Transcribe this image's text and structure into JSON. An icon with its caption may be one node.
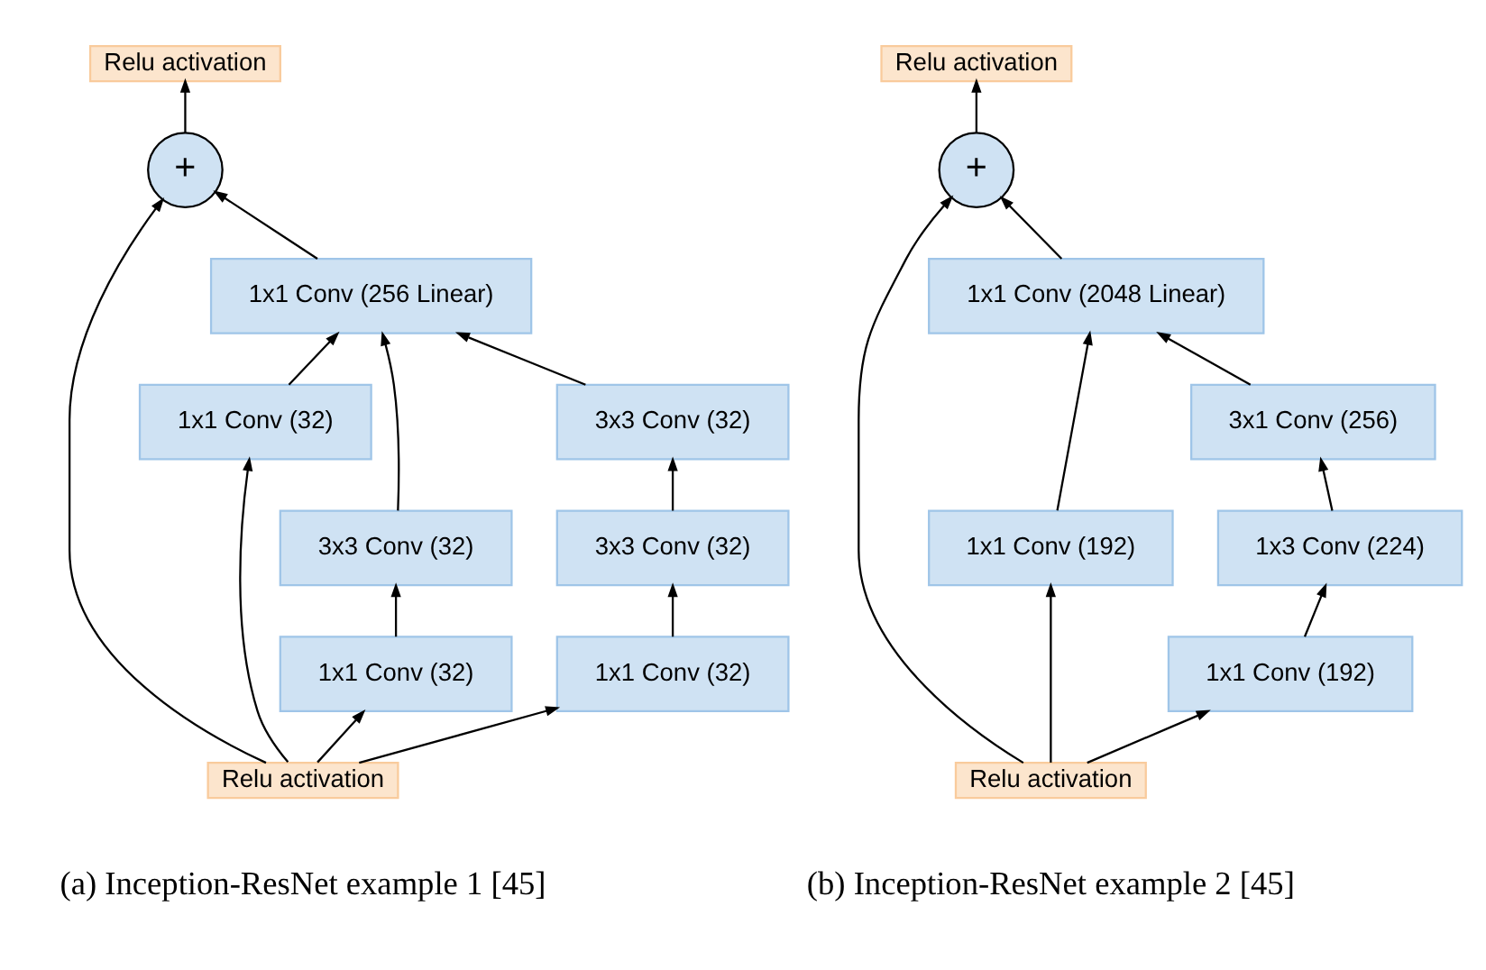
{
  "diagram": {
    "nodes": [
      {
        "text": [
          "Relu activation"
        ]
      },
      {
        "text": [
          "+"
        ]
      },
      {
        "text": [
          "1x1 Conv (256 Linear)"
        ]
      },
      {
        "text": [
          "1x1 Conv (32)"
        ]
      },
      {
        "text": [
          "3x3 Conv (32)"
        ]
      },
      {
        "text": [
          "3x3 Conv (32)"
        ]
      },
      {
        "text": [
          "3x3 Conv (32)"
        ]
      },
      {
        "text": [
          "1x1 Conv (32)"
        ]
      },
      {
        "text": [
          "1x1 Conv (32)"
        ]
      },
      {
        "text": [
          "Relu activation"
        ]
      },
      {
        "text": [
          "Relu activation"
        ]
      },
      {
        "text": [
          "+"
        ]
      },
      {
        "text": [
          "1x1 Conv (2048 Linear)"
        ]
      },
      {
        "text": [
          "3x1 Conv (256)"
        ]
      },
      {
        "text": [
          "1x1 Conv (192)"
        ]
      },
      {
        "text": [
          "1x3 Conv (224)"
        ]
      },
      {
        "text": [
          "1x1 Conv (192)"
        ]
      },
      {
        "text": [
          "Relu activation"
        ]
      }
    ],
    "edges": [
      {
        "from": 1,
        "to": 0,
        "arrow": "to"
      },
      {
        "from": 2,
        "to": 1,
        "arrow": "to"
      },
      {
        "from": 9,
        "to": 1,
        "arrow": "to"
      },
      {
        "from": 3,
        "to": 2,
        "arrow": "to"
      },
      {
        "from": 5,
        "to": 2,
        "arrow": "to"
      },
      {
        "from": 4,
        "to": 2,
        "arrow": "to"
      },
      {
        "from": 9,
        "to": 3,
        "arrow": "to"
      },
      {
        "from": 9,
        "to": 7,
        "arrow": "to"
      },
      {
        "from": 9,
        "to": 8,
        "arrow": "to"
      },
      {
        "from": 7,
        "to": 5,
        "arrow": "to"
      },
      {
        "from": 8,
        "to": 6,
        "arrow": "to"
      },
      {
        "from": 6,
        "to": 4,
        "arrow": "to"
      },
      {
        "from": 11,
        "to": 10,
        "arrow": "to"
      },
      {
        "from": 12,
        "to": 11,
        "arrow": "to"
      },
      {
        "from": 17,
        "to": 11,
        "arrow": "to"
      },
      {
        "from": 14,
        "to": 12,
        "arrow": "to"
      },
      {
        "from": 13,
        "to": 12,
        "arrow": "to"
      },
      {
        "from": 17,
        "to": 14,
        "arrow": "to"
      },
      {
        "from": 17,
        "to": 16,
        "arrow": "to"
      },
      {
        "from": 16,
        "to": 15,
        "arrow": "to"
      },
      {
        "from": 15,
        "to": 13,
        "arrow": "to"
      }
    ],
    "labels": [
      "(a) Inception-ResNet example 1 [45]",
      "(b) Inception-ResNet example 2 [45]"
    ]
  }
}
